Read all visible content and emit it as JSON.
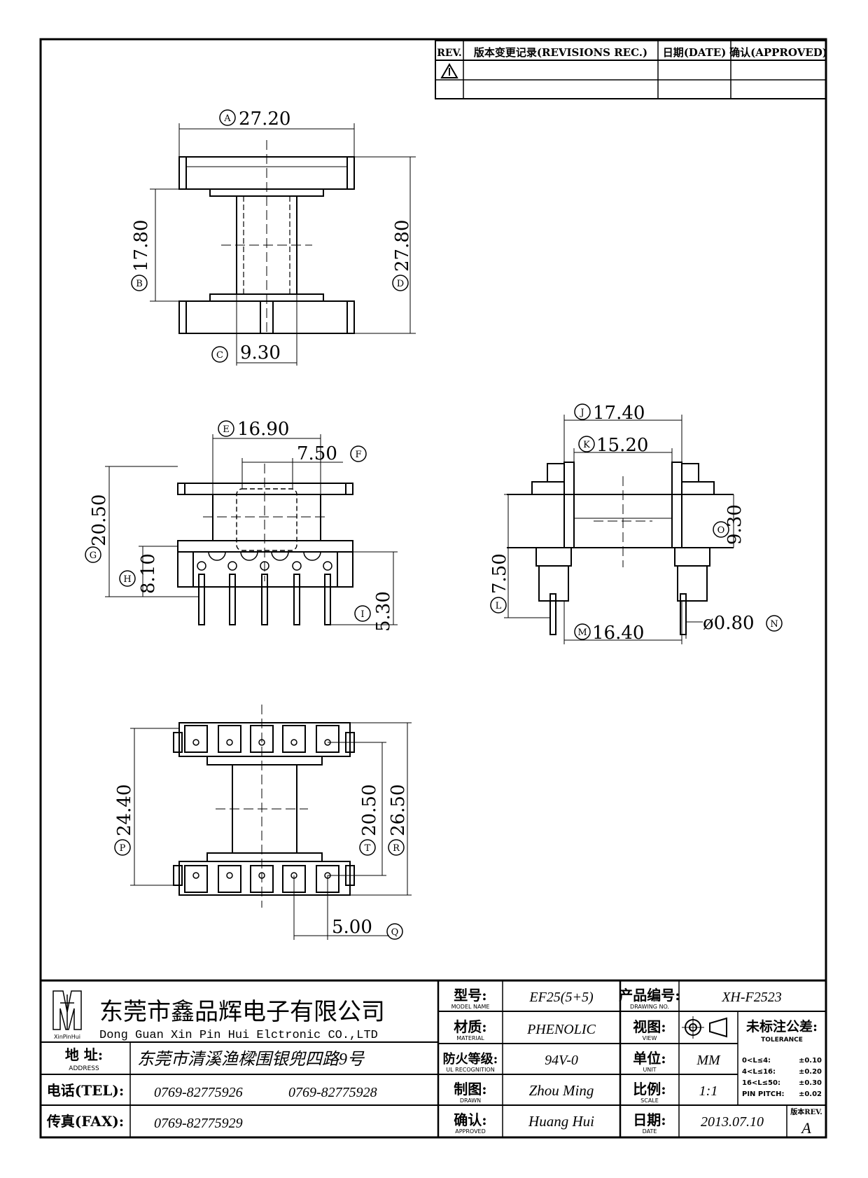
{
  "revisions": {
    "rev_label": "REV.",
    "record_label": "版本变更记录(REVISIONS REC.)",
    "date_label": "日期(DATE)",
    "approved_label": "确认(APPROVED)"
  },
  "dims": {
    "A": "A",
    "A_val": "27.20",
    "B": "B",
    "B_val": "17.80",
    "C": "C",
    "C_val": "9.30",
    "D": "D",
    "D_val": "27.80",
    "E": "E",
    "E_val": "16.90",
    "F": "F",
    "F_val": "7.50",
    "G": "G",
    "G_val": "20.50",
    "H": "H",
    "H_val": "8.10",
    "I": "I",
    "I_val": "5.30",
    "J": "J",
    "J_val": "17.40",
    "K": "K",
    "K_val": "15.20",
    "L": "L",
    "L_val": "7.50",
    "M": "M",
    "M_val": "16.40",
    "N": "N",
    "N_val": "ø0.80",
    "O": "O",
    "O_val": "9.30",
    "P": "P",
    "P_val": "24.40",
    "Q": "Q",
    "Q_val": "5.00",
    "R": "R",
    "R_val": "26.50",
    "T": "T",
    "T_val": "20.50"
  },
  "title_block": {
    "logo_text": "XinPinHui",
    "company_cn": "东莞市鑫品辉电子有限公司",
    "company_en": "Dong Guan Xin Pin Hui Elctronic CO.,LTD",
    "address_label_cn": "地 址:",
    "address_label_en": "ADDRESS",
    "address": "东莞市清溪渔樑围银兜四路9号",
    "tel_label": "电话(TEL):",
    "tel1": "0769-82775926",
    "tel2": "0769-82775928",
    "fax_label": "传真(FAX):",
    "fax": "0769-82775929",
    "model_label_cn": "型号:",
    "model_label_en": "MODEL NAME",
    "model": "EF25(5+5)",
    "material_label_cn": "材质:",
    "material_label_en": "MATERIAL",
    "material": "PHENOLIC",
    "ul_label_cn": "防火等级:",
    "ul_label_en": "UL RECOGNITION",
    "ul": "94V-0",
    "drawn_label_cn": "制图:",
    "drawn_label_en": "DRAWN",
    "drawn": "Zhou Ming",
    "approved_label_cn": "确认:",
    "approved_label_en": "APPROVED",
    "approved": "Huang Hui",
    "drawing_no_label_cn": "产品编号:",
    "drawing_no_label_en": "DRAWING NO.",
    "drawing_no": "XH-F2523",
    "view_label_cn": "视图:",
    "view_label_en": "VIEW",
    "unit_label_cn": "单位:",
    "unit_label_en": "UNIT",
    "unit": "MM",
    "scale_label_cn": "比例:",
    "scale_label_en": "SCALE",
    "scale": "1:1",
    "date_label_cn": "日期:",
    "date_label_en": "DATE",
    "date": "2013.07.10",
    "tolerance_cn": "未标注公差:",
    "tolerance_en": "TOLERANCE",
    "tol_rows": [
      {
        "range": "0<L≤4:",
        "value": "±0.10"
      },
      {
        "range": "4<L≤16:",
        "value": "±0.20"
      },
      {
        "range": "16<L≤50:",
        "value": "±0.30"
      },
      {
        "range": "PIN PITCH:",
        "value": "±0.02"
      }
    ],
    "rev_label": "版本REV.",
    "rev": "A"
  }
}
